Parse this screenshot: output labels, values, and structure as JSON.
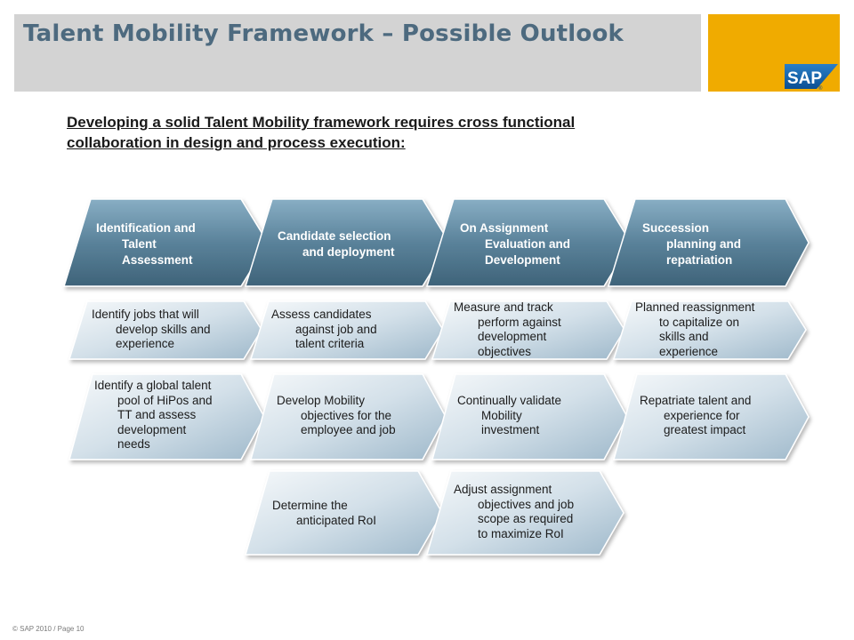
{
  "title": "Talent Mobility Framework – Possible Outlook",
  "logo_text": "SAP",
  "subtitle_lines": [
    "Developing a solid Talent Mobility framework requires cross functional",
    "collaboration in design and process execution:"
  ],
  "columns": [
    {
      "header_lines": [
        "Identification and",
        "Talent",
        "Assessment"
      ],
      "items": [
        [
          "Identify jobs that will",
          "develop skills and",
          "experience"
        ],
        [
          "Identify a global talent",
          "pool of HiPos and",
          "TT and assess",
          "development",
          "needs"
        ]
      ]
    },
    {
      "header_lines": [
        "Candidate selection",
        "and deployment"
      ],
      "items": [
        [
          "Assess candidates",
          "against job and",
          "talent criteria"
        ],
        [
          "Develop Mobility",
          "objectives for the",
          "employee and job"
        ],
        [
          "Determine the",
          "anticipated RoI"
        ]
      ]
    },
    {
      "header_lines": [
        "On Assignment",
        "Evaluation and",
        "Development"
      ],
      "items": [
        [
          "Measure and track",
          "perform against",
          "development",
          "objectives"
        ],
        [
          "Continually validate",
          "Mobility",
          "investment"
        ],
        [
          "Adjust assignment",
          "objectives and job",
          "scope as required",
          "to maximize RoI"
        ]
      ]
    },
    {
      "header_lines": [
        "Succession",
        "planning and",
        "repatriation"
      ],
      "items": [
        [
          "Planned reassignment",
          "to capitalize on",
          "skills and",
          "experience"
        ],
        [
          "Repatriate talent and",
          "experience for",
          "greatest impact"
        ]
      ]
    }
  ],
  "footer": "© SAP 2010 / Page 10",
  "colors": {
    "title_bar": "#d3d3d3",
    "title_text": "#4d6a7f",
    "logo_bg": "#f0ab00",
    "header_gradient": [
      "#88aec4",
      "#3e6379"
    ],
    "card_gradient": [
      "#f5f8fa",
      "#9fb9cb"
    ]
  }
}
